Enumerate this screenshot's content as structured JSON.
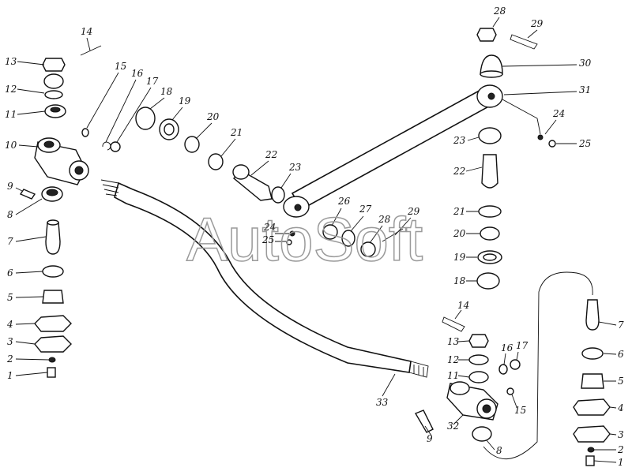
{
  "watermark": "AutoSoft",
  "labels": {
    "l14a": "14",
    "l13a": "13",
    "l12a": "12",
    "l11a": "11",
    "l10a": "10",
    "l9a": "9",
    "l8a": "8",
    "l7a": "7",
    "l6a": "6",
    "l5a": "5",
    "l4a": "4",
    "l3a": "3",
    "l2a": "2",
    "l1a": "1",
    "l15a": "15",
    "l16a": "16",
    "l17a": "17",
    "l18a": "18",
    "l19a": "19",
    "l20a": "20",
    "l21a": "21",
    "l22a": "22",
    "l23a": "23",
    "l24a": "24",
    "l25a": "25",
    "l26": "26",
    "l27": "27",
    "l28a": "28",
    "l29a": "29",
    "l28b": "28",
    "l29b": "29",
    "l30": "30",
    "l31": "31",
    "l24b": "24",
    "l25b": "25",
    "l23b": "23",
    "l22b": "22",
    "l21b": "21",
    "l20b": "20",
    "l19b": "19",
    "l18b": "18",
    "l14b": "14",
    "l13b": "13",
    "l12b": "12",
    "l16b": "16",
    "l17b": "17",
    "l11b": "11",
    "l15b": "15",
    "l33": "33",
    "l9b": "9",
    "l32": "32",
    "l8b": "8",
    "l7b": "7",
    "l6b": "6",
    "l5b": "5",
    "l4b": "4",
    "l3b": "3",
    "l2b": "2",
    "l1b": "1"
  }
}
